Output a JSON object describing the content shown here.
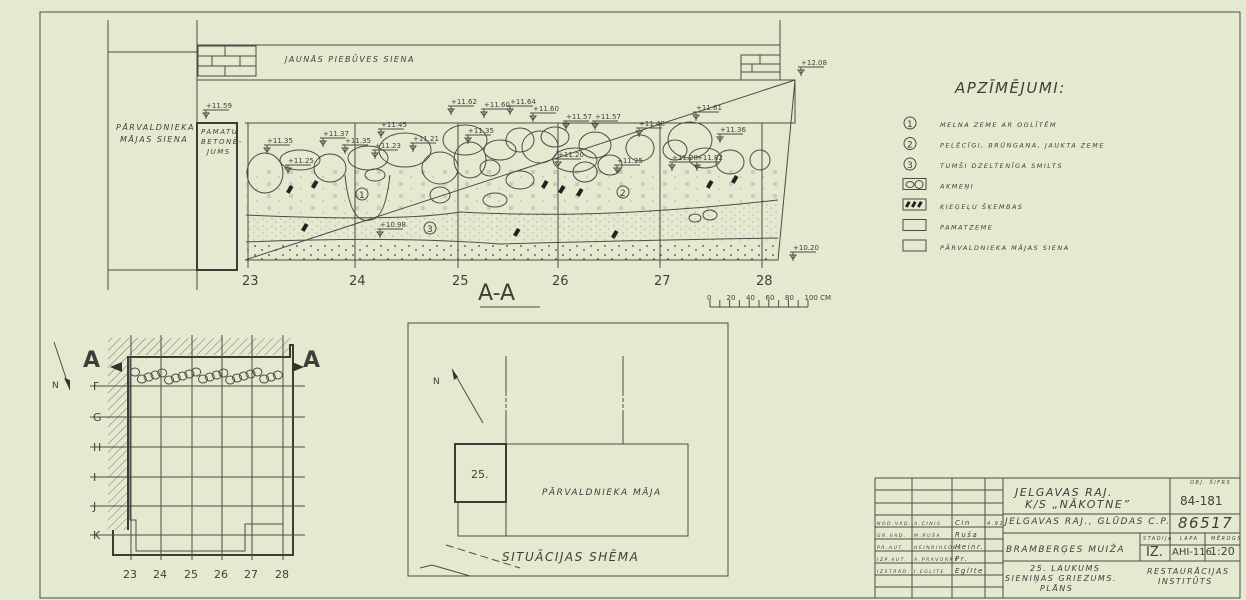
{
  "section": {
    "title": "A-A",
    "new_wall_label": "JAUNĀS PIEBŪVES SIENA",
    "house_wall_label": [
      "PĀRVALDNIEKA",
      "MĀJAS SIENA"
    ],
    "foundation_label": [
      "PAMATU",
      "BETONĒ-",
      "JUMS"
    ],
    "axis_labels": [
      "23",
      "24",
      "25",
      "26",
      "27",
      "28"
    ],
    "layer_markers": [
      "1",
      "2",
      "3"
    ],
    "elevations": [
      "+11.59",
      "+11.35",
      "+11.37",
      "+11.35",
      "+11.25",
      "+11.45",
      "+11.23",
      "+11.21",
      "+11.62",
      "+11.60",
      "+11.35",
      "+11.64",
      "+11.60",
      "+11.57",
      "+11.57",
      "+11.20",
      "+11.48",
      "+11.25",
      "+11.61",
      "+11.36",
      "+11.28",
      "+11.82",
      "+12.08",
      "+10.98",
      "+10.20"
    ],
    "scale_bar": {
      "labels": [
        "0",
        "20",
        "40",
        "60",
        "80",
        "100 CM"
      ]
    }
  },
  "legend": {
    "title": "APZĪMĒJUMI:",
    "items": [
      {
        "symbol": "1",
        "label": "MELNA ZEME AR OGLĪTĒM"
      },
      {
        "symbol": "2",
        "label": "PELĒCĪGI, BRŪNGANA, JAUKTA ZEME"
      },
      {
        "symbol": "3",
        "label": "TUMŠI DZELTENĪGA SMILTS"
      },
      {
        "symbol": "stones",
        "label": "AKMEŅI"
      },
      {
        "symbol": "brick-fragments",
        "label": "ĶIEĢEĻU ŠĶEMBAS"
      },
      {
        "symbol": "dots",
        "label": "PAMATZEME"
      },
      {
        "symbol": "hatch",
        "label": "PĀRVALDNIEKA MĀJAS SIENA"
      }
    ]
  },
  "plan": {
    "section_marker": "A",
    "north": "N",
    "row_labels": [
      "F",
      "G",
      "H",
      "I",
      "J",
      "K"
    ],
    "col_labels": [
      "23",
      "24",
      "25",
      "26",
      "27",
      "28"
    ]
  },
  "situation": {
    "title": "SITUĀCIJAS SHĒMA",
    "north": "N",
    "plot_label": "25.",
    "house_label": "PĀRVALDNIEKA MĀJA"
  },
  "title_block": {
    "region": [
      "JELGAVAS RAJ.",
      "K/S „NĀKOTNE”"
    ],
    "location": "JELGAVAS RAJ., GLŪDAS C.P.",
    "object": "BRAMBERĢES MUIŽA",
    "sheet_title": [
      "25. LAUKUMS",
      "SIENIŅAS GRIEZUMS.",
      "PLĀNS"
    ],
    "institute": [
      "RESTAURĀCIJAS",
      "INSTITŪTS"
    ],
    "obj_code_label": "OBJ. ŠIFRS",
    "obj_code": "84-181",
    "archive_no": "86517",
    "stage_label": "STADIJA",
    "sheet_label": "LAPA",
    "scale_label": "MĒROGS",
    "stage": "IZ.",
    "sheet": "AHI-116",
    "scale": "1:20",
    "people": [
      {
        "role": "NOD.VAD.",
        "name": "A.CINIS",
        "sign": "Cin",
        "date": "4.91"
      },
      {
        "role": "GR.VAD.",
        "name": "M.RUŠA",
        "sign": "Ruša",
        "date": ""
      },
      {
        "role": "PR.AUT.",
        "name": "HEINRIHSONE",
        "sign": "Heinr.",
        "date": ""
      },
      {
        "role": "IZP.AUT.",
        "name": "A.PRAVORNS",
        "sign": "Pr.",
        "date": ""
      },
      {
        "role": "IZSTRĀD.",
        "name": "I.EGLĪTE",
        "sign": "Eglīte",
        "date": ""
      }
    ]
  },
  "colors": {
    "paper": "#e4ead0",
    "ink": "#3d403a"
  }
}
